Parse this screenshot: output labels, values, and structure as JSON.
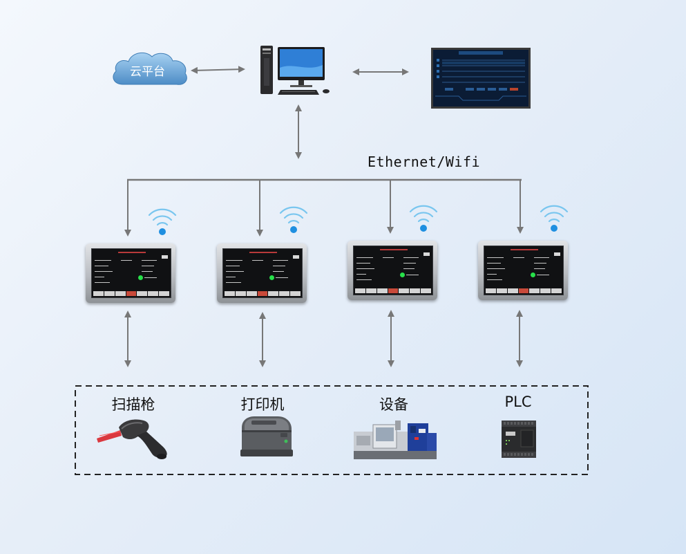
{
  "cloud": {
    "label": "云平台"
  },
  "network": {
    "label": "Ethernet/Wifi"
  },
  "devices": [
    {
      "label": "扫描枪",
      "icon": "barcode-scanner-icon"
    },
    {
      "label": "打印机",
      "icon": "label-printer-icon"
    },
    {
      "label": "设备",
      "icon": "injection-machine-icon"
    },
    {
      "label": "PLC",
      "icon": "plc-module-icon"
    }
  ],
  "colors": {
    "arrow": "#777777",
    "wifi": "#6cc3f0",
    "wifi_dot": "#1f8fe0",
    "cloud": "#6fa9d8",
    "dashed_border": "#222222"
  }
}
